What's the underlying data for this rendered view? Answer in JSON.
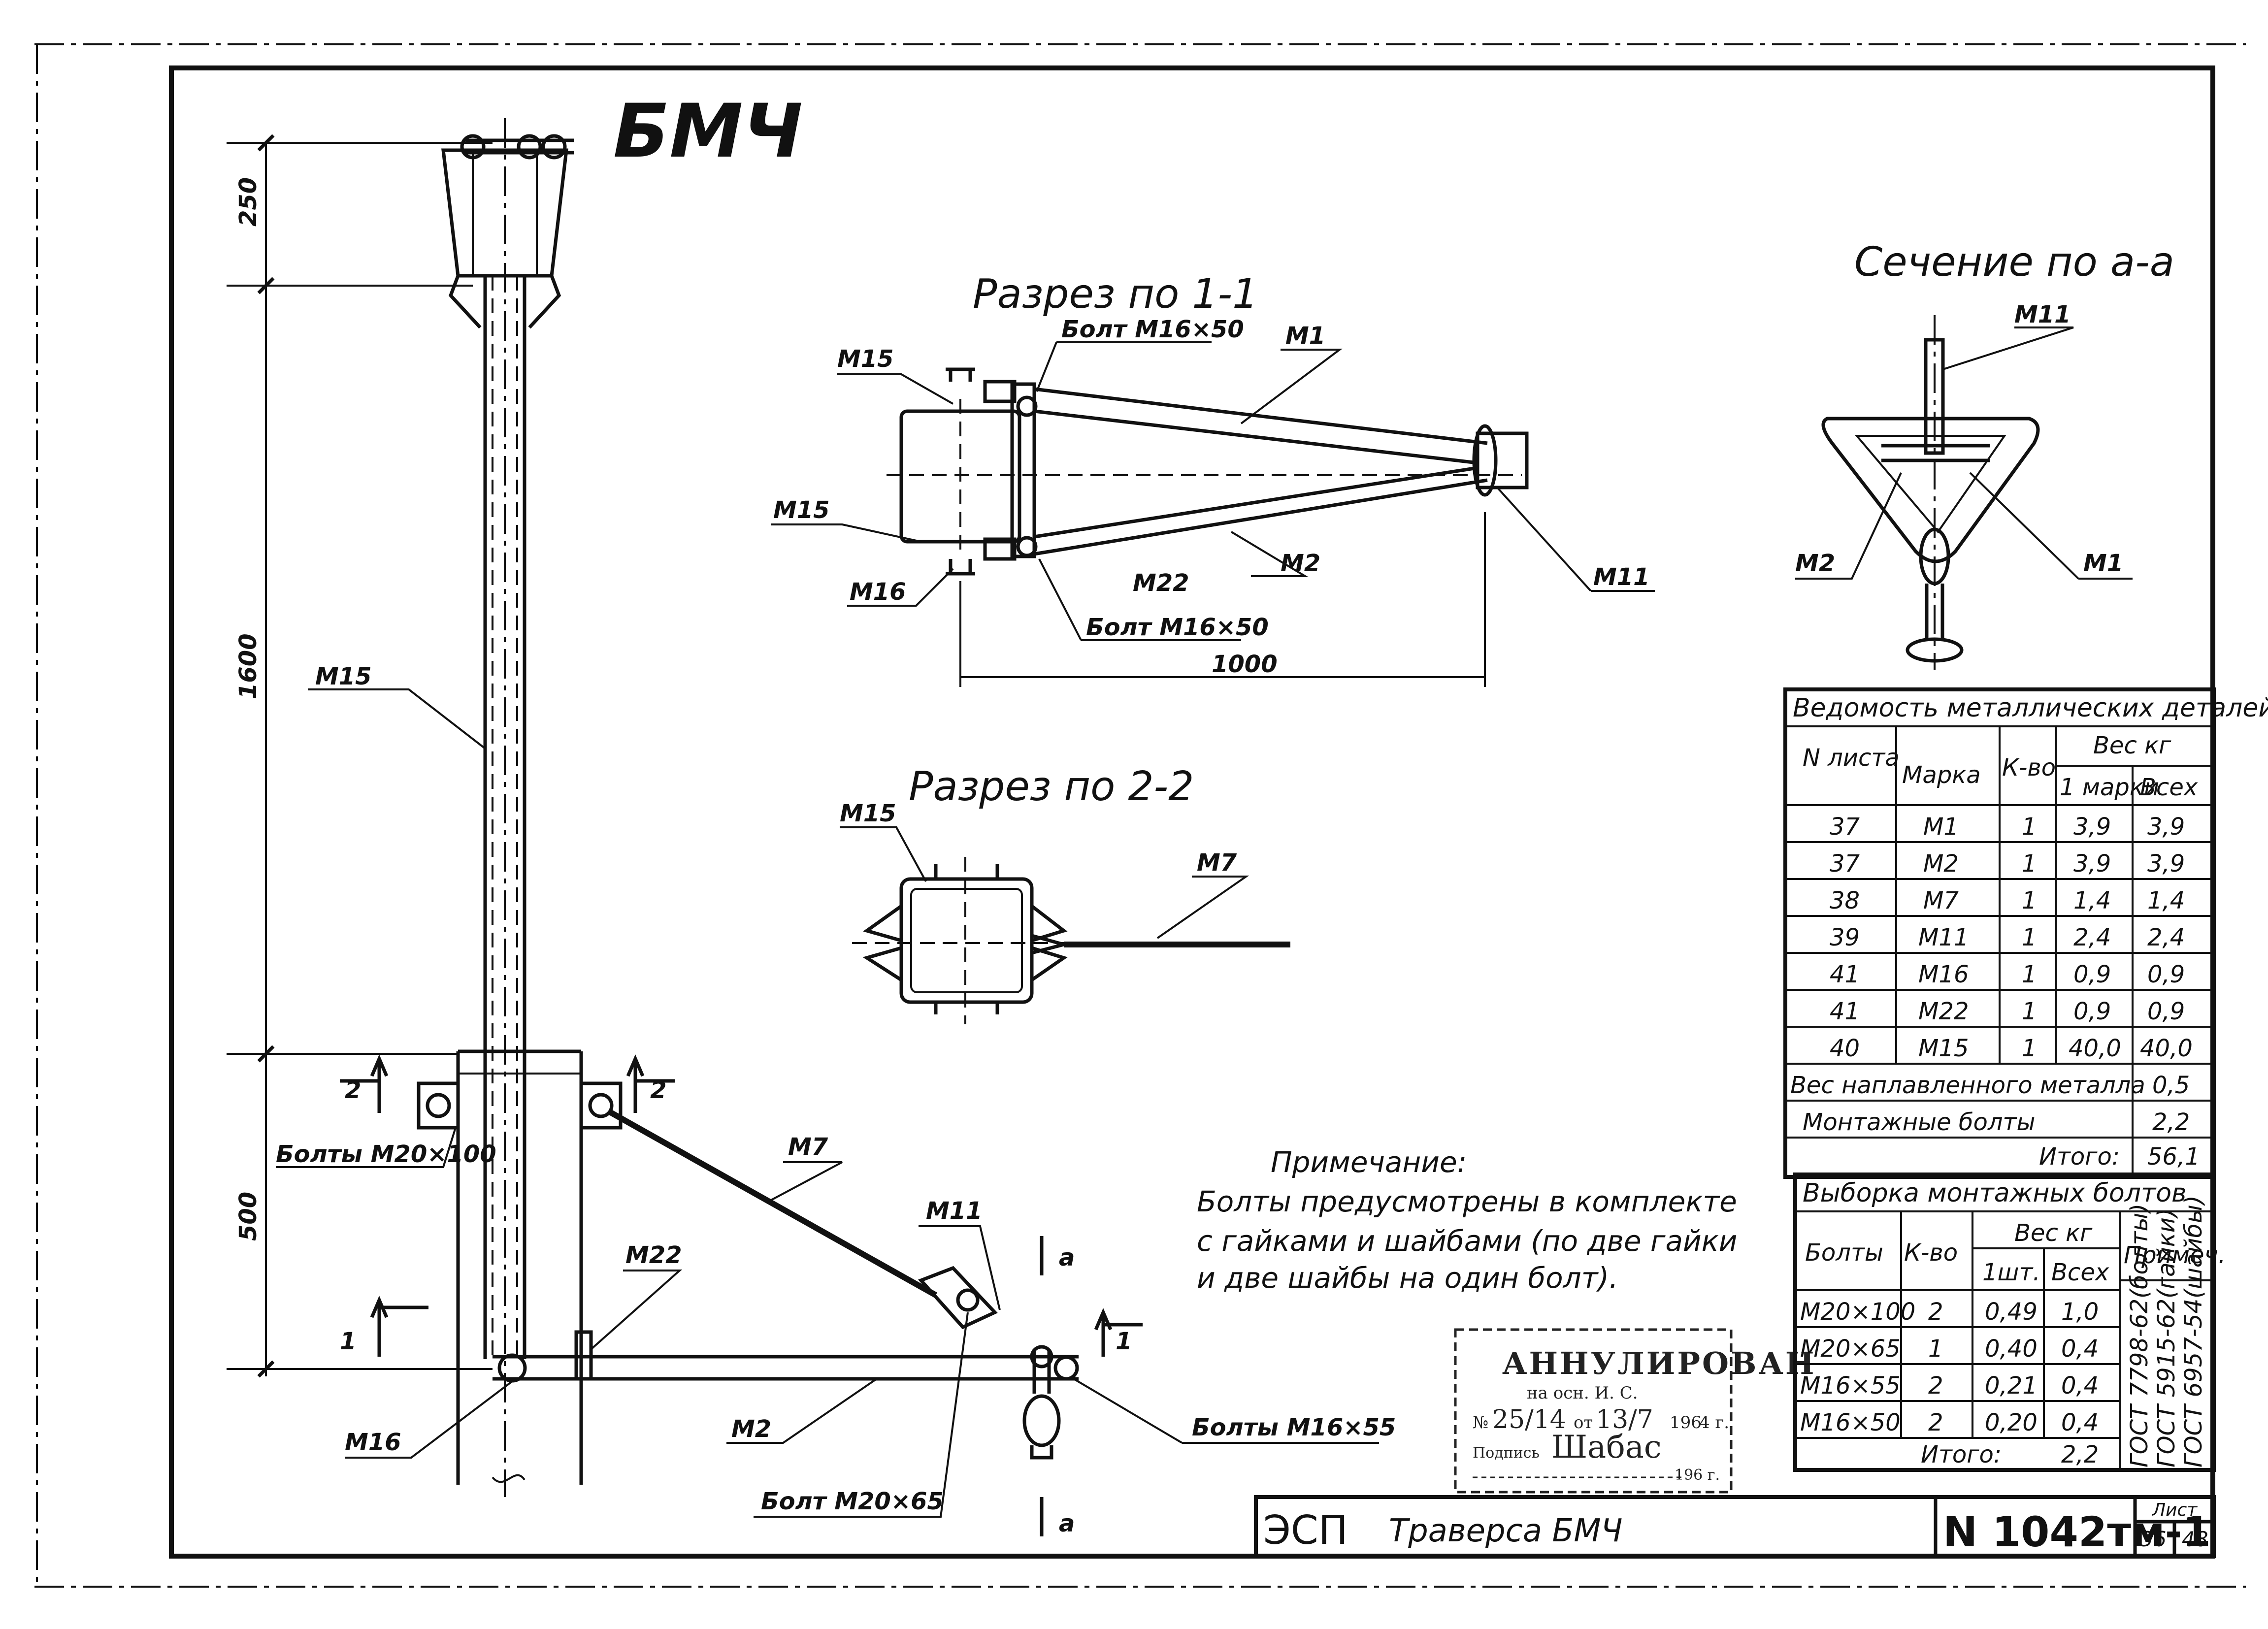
{
  "drawing": {
    "title": "БМЧ",
    "section_1_title": "Разрез по 1-1",
    "section_2_title": "Разрез по 2-2",
    "section_a_title": "Сечение по а-а"
  },
  "labels": {
    "m1": "М1",
    "m2": "М2",
    "m7": "М7",
    "m11": "М11",
    "m15": "М15",
    "m16": "М16",
    "m22": "М22",
    "bolt_m16x50": "Болт М16×50",
    "bolts_m16x55": "Болты М16×55",
    "bolt_m20x65": "Болт М20×65",
    "bolts_m20x100": "Болты М20×100",
    "mark_2": "2",
    "mark_1": "1",
    "mark_a": "а"
  },
  "dimensions": {
    "d250": "250",
    "d1600": "1600",
    "d500": "500",
    "d1000": "1000"
  },
  "note": {
    "heading": "Примечание:",
    "line1": "Болты предусмотрены в комплекте",
    "line2": "с гайками и шайбами (по две гайки",
    "line3": "и две шайбы на один болт)."
  },
  "metal_table": {
    "title": "Ведомость металлических деталей",
    "col_sheet": "N листа",
    "col_mark": "Марка",
    "col_qty": "К-во",
    "col_weight": "Вес кг",
    "col_w1": "1 марки",
    "col_wall": "Всех",
    "rows": [
      {
        "sheet": "37",
        "mark": "М1",
        "qty": "1",
        "w1": "3,9",
        "wall": "3,9"
      },
      {
        "sheet": "37",
        "mark": "М2",
        "qty": "1",
        "w1": "3,9",
        "wall": "3,9"
      },
      {
        "sheet": "38",
        "mark": "М7",
        "qty": "1",
        "w1": "1,4",
        "wall": "1,4"
      },
      {
        "sheet": "39",
        "mark": "М11",
        "qty": "1",
        "w1": "2,4",
        "wall": "2,4"
      },
      {
        "sheet": "41",
        "mark": "М16",
        "qty": "1",
        "w1": "0,9",
        "wall": "0,9"
      },
      {
        "sheet": "41",
        "mark": "М22",
        "qty": "1",
        "w1": "0,9",
        "wall": "0,9"
      },
      {
        "sheet": "40",
        "mark": "М15",
        "qty": "1",
        "w1": "40,0",
        "wall": "40,0"
      }
    ],
    "weld_label": "Вес наплавленного металла",
    "weld_value": "0,5",
    "bolts_label": "Монтажные болты",
    "bolts_value": "2,2",
    "total_label": "Итого:",
    "total_value": "56,1"
  },
  "bolt_table": {
    "title": "Выборка монтажных болтов",
    "col_bolts": "Болты",
    "col_qty": "К-во",
    "col_weight": "Вес кг",
    "col_w1": "1шт.",
    "col_wall": "Всех",
    "col_note": "Примеч.",
    "rows": [
      {
        "bolt": "М20×100",
        "qty": "2",
        "w1": "0,49",
        "wall": "1,0"
      },
      {
        "bolt": "М20×65",
        "qty": "1",
        "w1": "0,40",
        "wall": "0,4"
      },
      {
        "bolt": "М16×55",
        "qty": "2",
        "w1": "0,21",
        "wall": "0,4"
      },
      {
        "bolt": "М16×50",
        "qty": "2",
        "w1": "0,20",
        "wall": "0,4"
      }
    ],
    "notes": [
      "ГОСТ 7798-62(болты)",
      "ГОСТ 5915-62(гайки)",
      "ГОСТ 6957-54(шайбы)"
    ],
    "total_label": "Итого:",
    "total_value": "2,2"
  },
  "stamp": {
    "title": "АННУЛИРОВАН",
    "line1": "на осн. И. С.",
    "no_label": "№",
    "no_value": "25/14",
    "date_label": "от",
    "date_value": "13/7",
    "year": "196",
    "year_suffix": "4 г.",
    "sign_label": "Подпись",
    "sign_value": "Шабас",
    "year2": "196 г."
  },
  "title_block": {
    "org": "ЭСП",
    "name": "Траверса БМЧ",
    "number": "N 1042тм-1",
    "sheet_label": "Лист",
    "sheet": "36",
    "sheets": "48"
  }
}
